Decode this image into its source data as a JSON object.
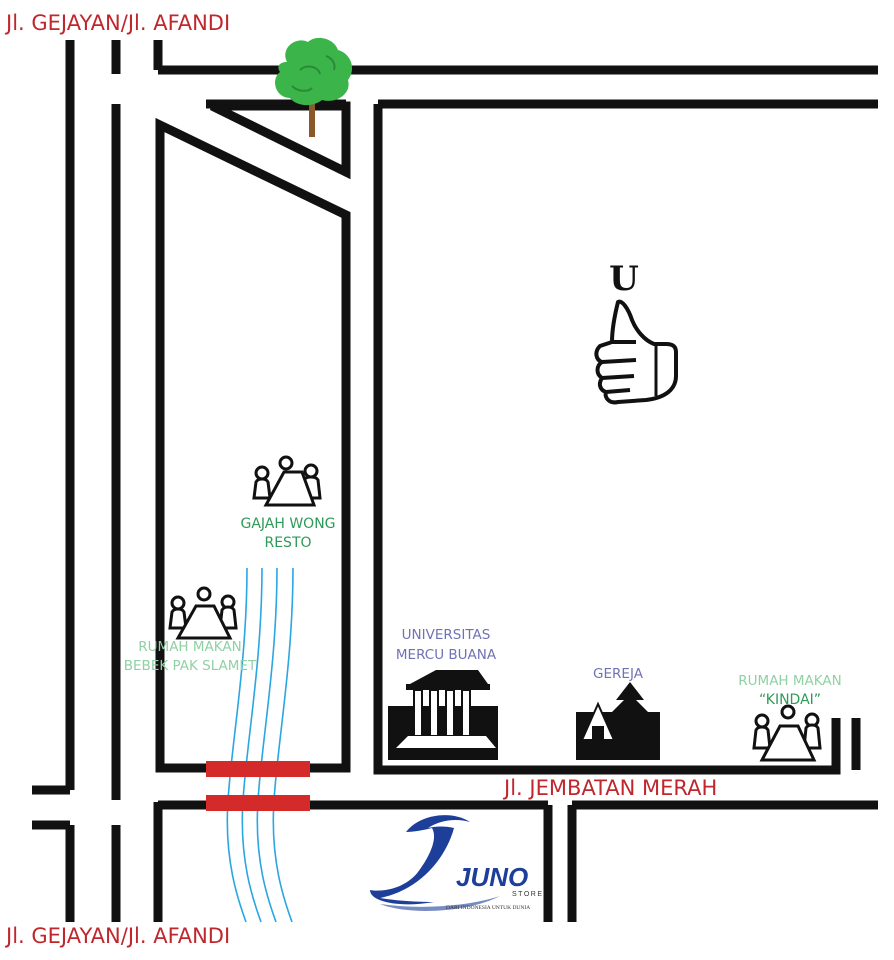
{
  "colors": {
    "road": "#111111",
    "street_label": "#c0272d",
    "restaurant_label": "#2e9a57",
    "restaurant_label_light": "#8fd1a3",
    "landmark_label": "#6f73b5",
    "river": "#2aa6e0",
    "bridge": "#d42a2a",
    "tree_green": "#3bb54a",
    "tree_trunk": "#8a5a2b",
    "juno_blue": "#1d3f9a"
  },
  "streets": {
    "top_label": "Jl. GEJAYAN/Jl. AFANDI",
    "bottom_label": "Jl. GEJAYAN/Jl. AFANDI",
    "jembatan_merah": "Jl. JEMBATAN MERAH"
  },
  "places": {
    "gajah_wong": {
      "line1": "GAJAH WONG",
      "line2": "RESTO",
      "icon": "restaurant-table-icon"
    },
    "bebek": {
      "line1": "RUMAH MAKAN",
      "line2": "BEBEK PAK SLAMET",
      "icon": "restaurant-table-icon"
    },
    "universitas": {
      "line1": "UNIVERSITAS",
      "line2": "MERCU BUANA",
      "icon": "university-building-icon"
    },
    "gereja": {
      "line1": "GEREJA",
      "icon": "church-icon"
    },
    "kindai": {
      "line1": "RUMAH MAKAN",
      "line2": "“KINDAI”",
      "icon": "restaurant-table-icon"
    }
  },
  "destination": {
    "letter": "U",
    "icon": "thumbs-up-icon"
  },
  "logo": {
    "brand": "JUNO",
    "sub": "STORE",
    "tagline": "DARI INDONESIA UNTUK DUNIA"
  }
}
